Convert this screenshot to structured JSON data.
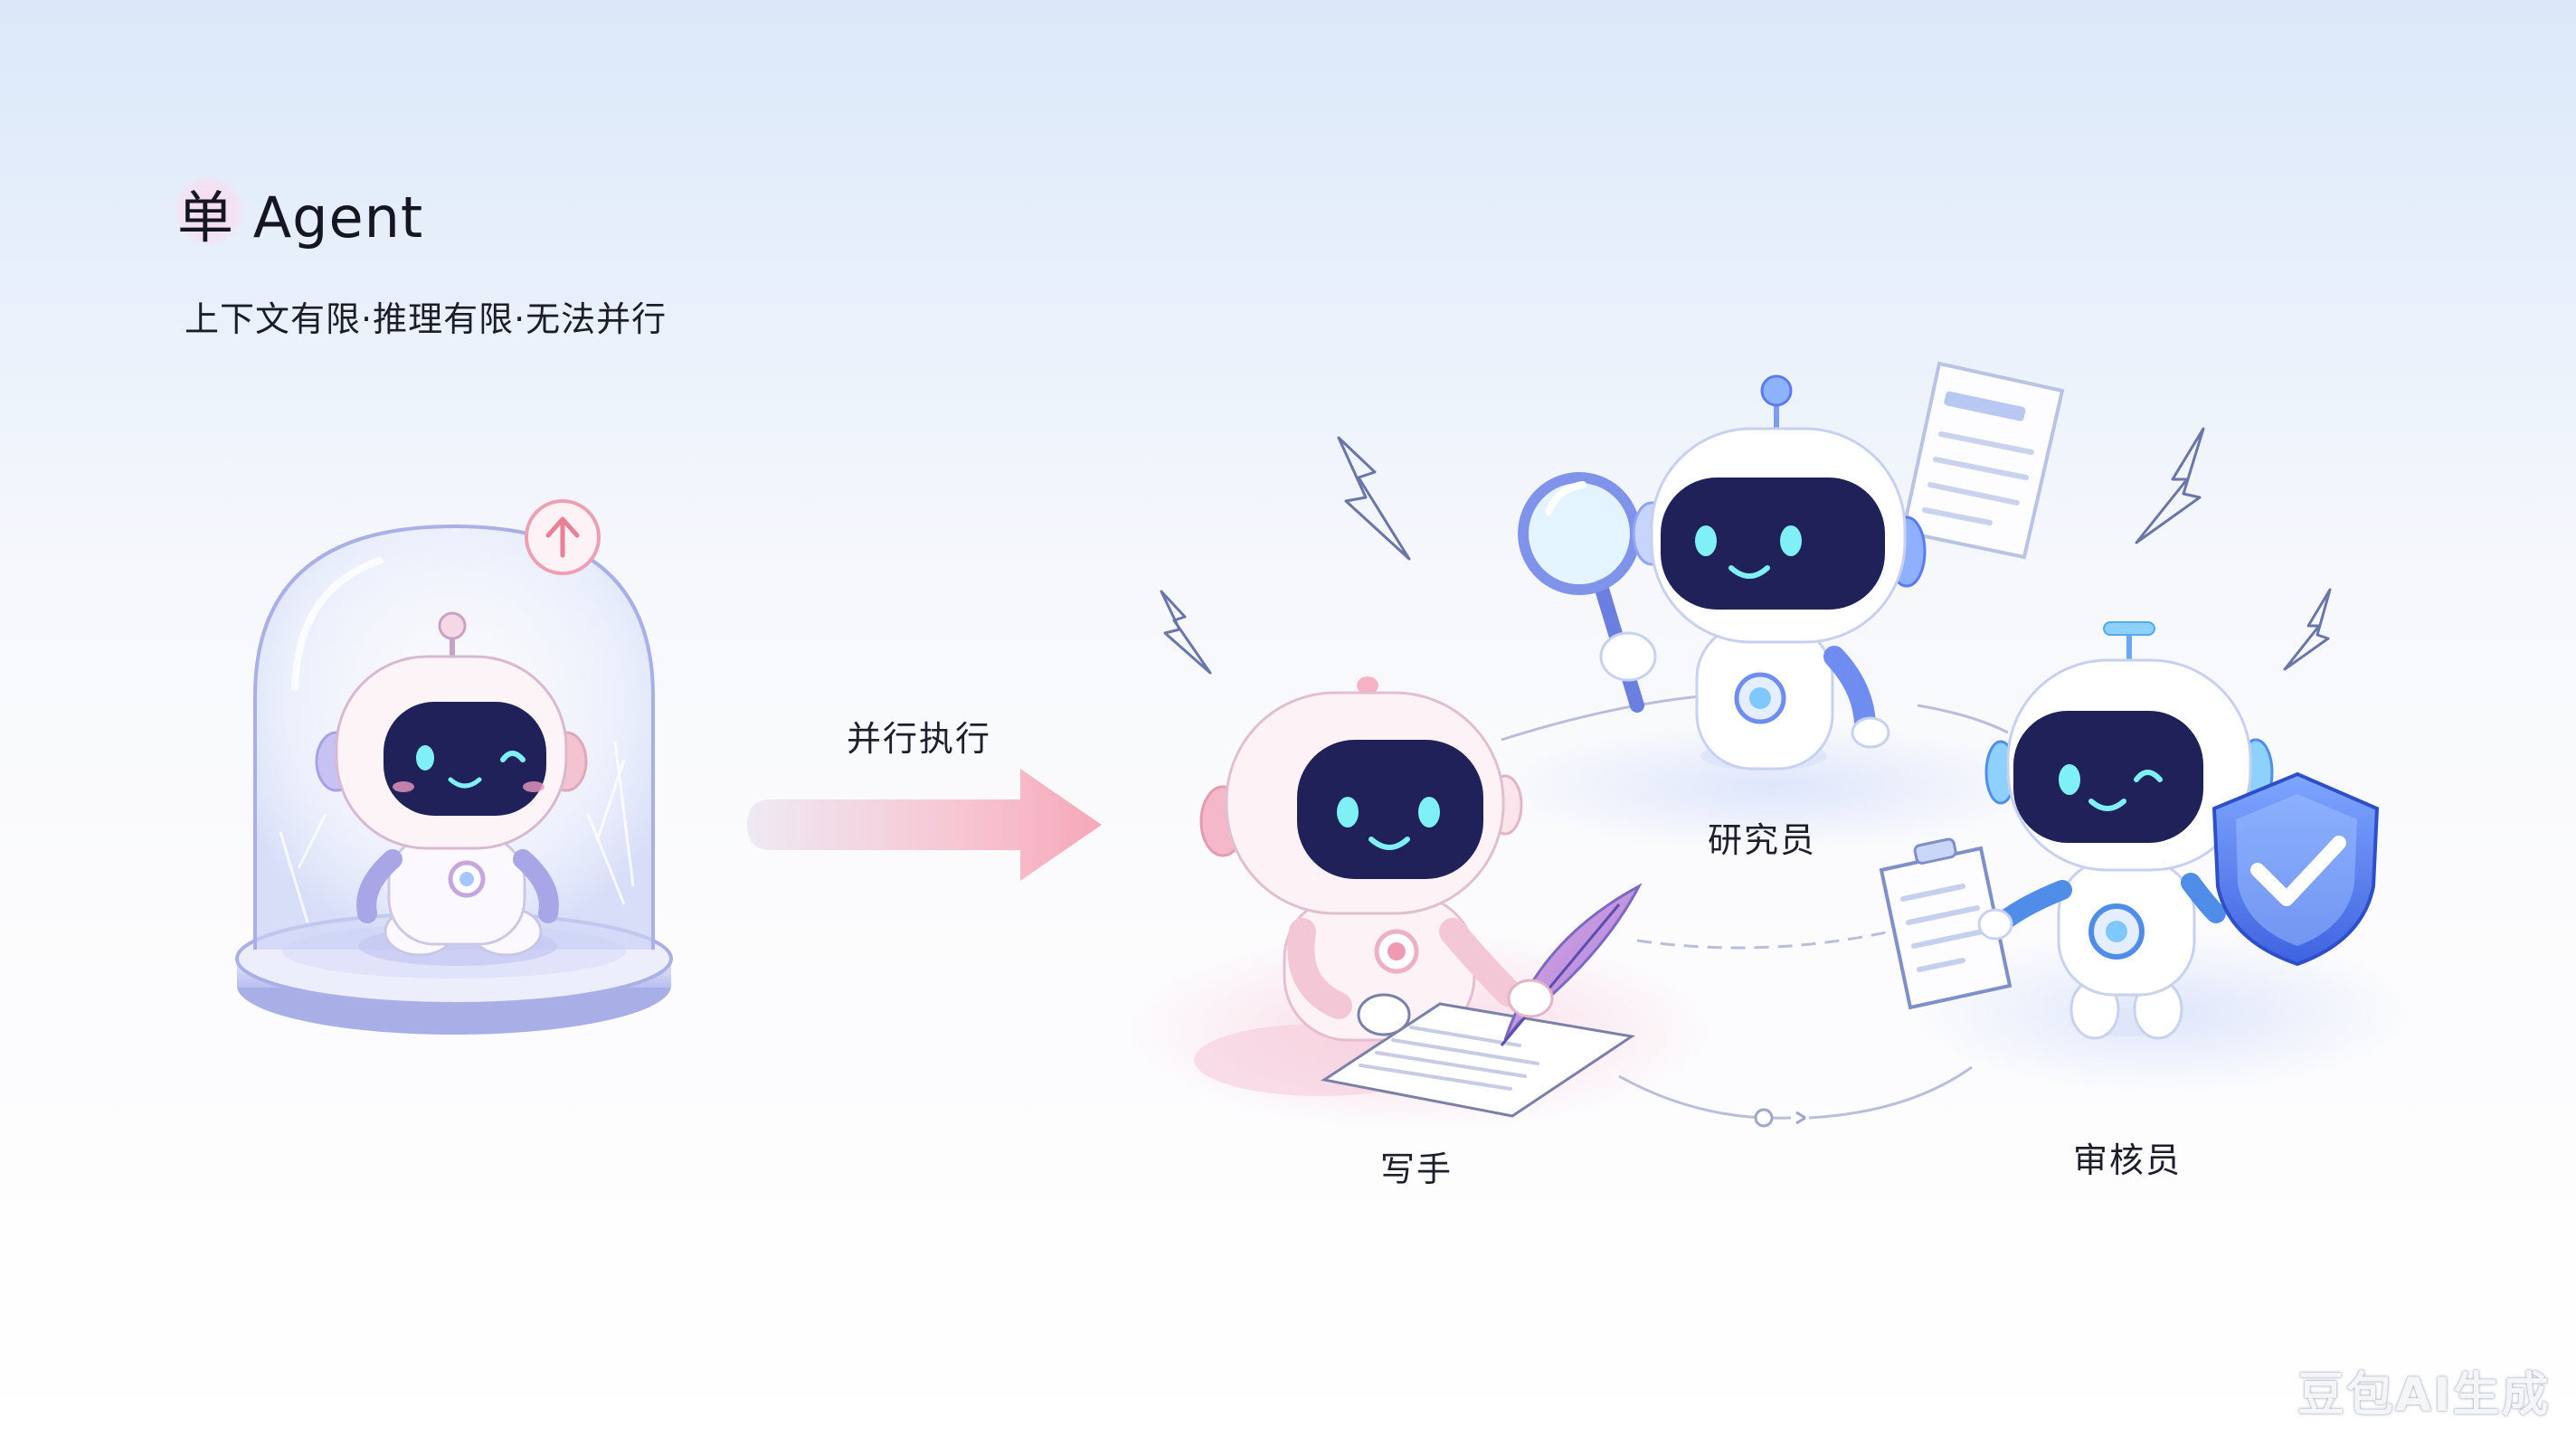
{
  "single_agent": {
    "title": "单 Agent",
    "subtitle": "上下文有限·推理有限·无法并行"
  },
  "arrow": {
    "label": "并行执行"
  },
  "agents": {
    "researcher": {
      "label": "研究员"
    },
    "writer": {
      "label": "写手"
    },
    "reviewer": {
      "label": "审核员"
    }
  },
  "watermark": "豆包AI生成",
  "colors": {
    "robot_screen": "#1f2158",
    "robot_eye": "#7ff0f5",
    "accent_blue": "#5b7cf0",
    "accent_pink": "#f2a8bd",
    "arrow": "#f6a7b8"
  }
}
